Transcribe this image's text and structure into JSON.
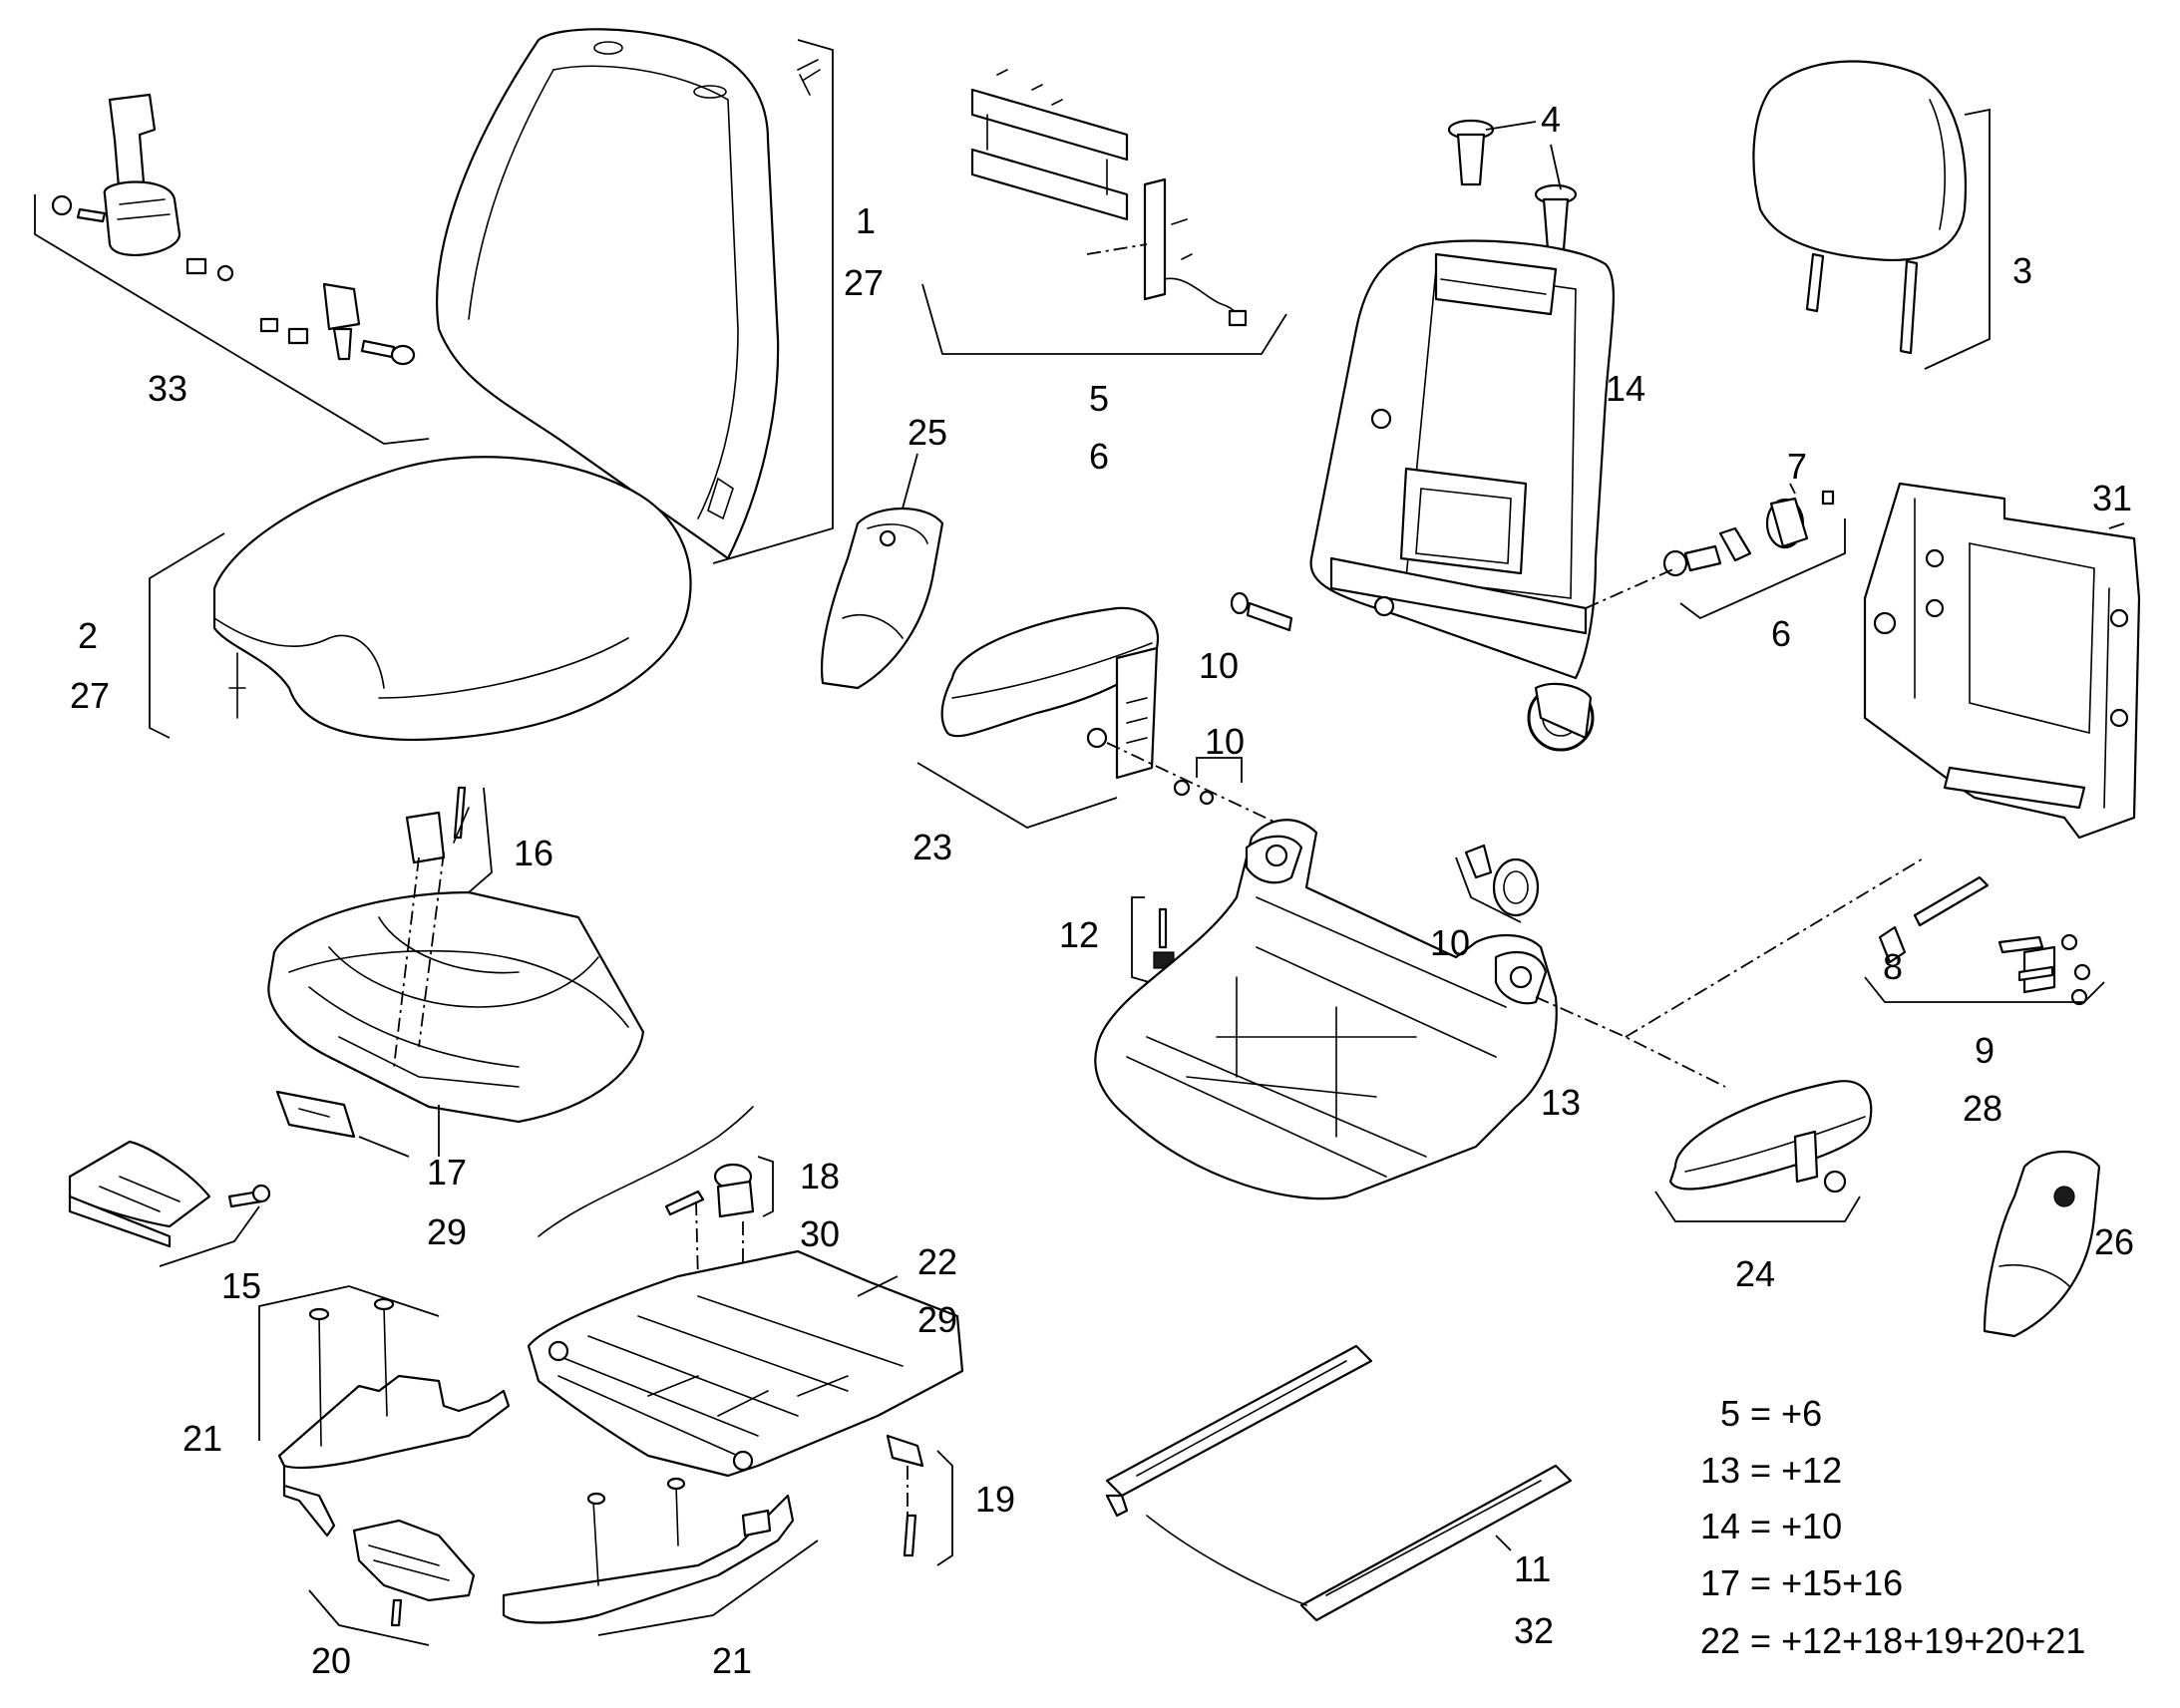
{
  "callouts": {
    "c1": "1",
    "c27a": "27",
    "c2": "2",
    "c27b": "27",
    "c33": "33",
    "c5": "5",
    "c6a": "6",
    "c4": "4",
    "c3": "3",
    "c14": "14",
    "c25": "25",
    "c7": "7",
    "c31": "31",
    "c6b": "6",
    "c10a": "10",
    "c10b": "10",
    "c23": "23",
    "c16": "16",
    "c12": "12",
    "c10c": "10",
    "c8": "8",
    "c9": "9",
    "c28": "28",
    "c13": "13",
    "c17": "17",
    "c29a": "29",
    "c18": "18",
    "c30": "30",
    "c15": "15",
    "c22": "22",
    "c29b": "29",
    "c24": "24",
    "c26": "26",
    "c21a": "21",
    "c19": "19",
    "c20": "20",
    "c21b": "21",
    "c11": "11",
    "c32": "32"
  },
  "equations": [
    "5 = +6",
    "13 = +12",
    "14 = +10",
    "17 = +15+16",
    "22 = +12+18+19+20+21"
  ]
}
